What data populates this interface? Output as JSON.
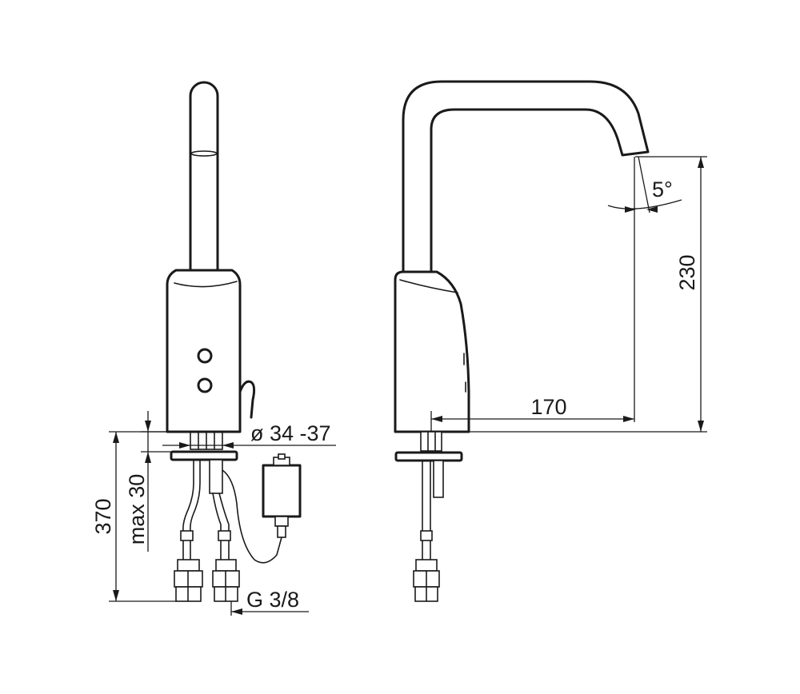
{
  "labels": {
    "diameter": "ø 34 -37",
    "max_thickness": "max 30",
    "total_height": "370",
    "thread": "G 3/8",
    "spout_height": "230",
    "spout_reach": "170",
    "angle": "5°"
  },
  "colors": {
    "line": "#1a1a1a",
    "background": "#ffffff"
  }
}
